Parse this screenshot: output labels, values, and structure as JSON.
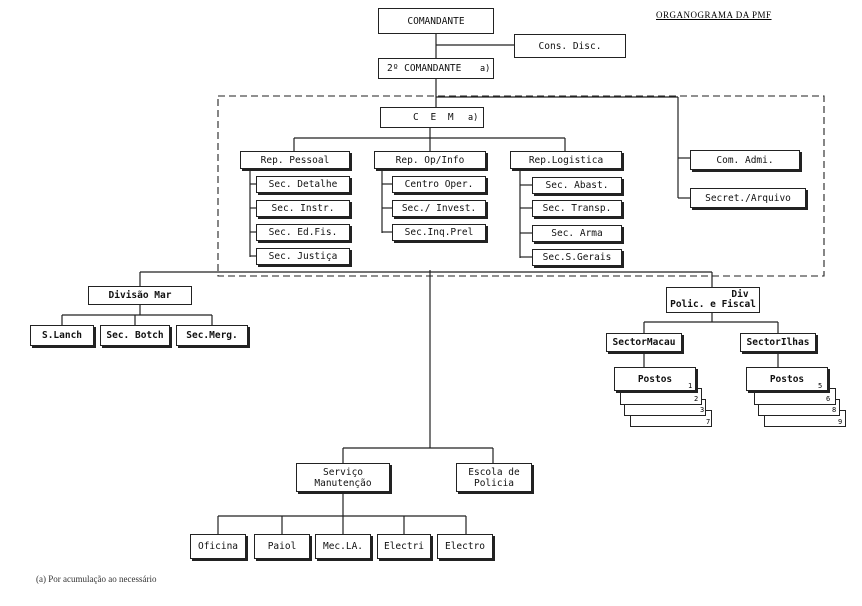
{
  "title": "ORGANOGRAMA DA PMF",
  "footnote": "(a) Por acumulação ao necessário",
  "nodes": {
    "comandante": "COMANDANTE",
    "cons_disc": "Cons. Disc.",
    "segundo_comandante": "2º COMANDANTE",
    "cem": "C E M",
    "rep_pessoal": "Rep. Pessoal",
    "rep_op": "Rep. Op/Info",
    "rep_logistica": "Rep.Logistica",
    "com_admi": "Com. Admi.",
    "secret_arquivo": "Secret./Arquivo",
    "sec_detalhe": "Sec. Detalhe",
    "sec_instr": "Sec. Instr.",
    "sec_ed_fis": "Sec. Ed.Fis.",
    "sec_justica": "Sec. Justiça",
    "centro_oper": "Centro Oper.",
    "sec_invest": "Sec./ Invest.",
    "sec_inq_prel": "Sec.Inq.Prel",
    "sec_abast": "Sec. Abast.",
    "sec_transp": "Sec. Transp.",
    "sec_arma": "Sec. Arma",
    "sec_s_gerais": "Sec.S.Gerais",
    "divisao_mar": "Divisão Mar",
    "s_lanch": "S.Lanch",
    "sec_botch": "Sec. Botch",
    "sec_merg": "Sec.Merg.",
    "div_polic_fiscal_1": "Div",
    "div_polic_fiscal_2": "Polic. e Fiscal",
    "sector_macau": "SectorMacau",
    "sector_ilhas": "SectorIlhas",
    "postos_macau": "Postos",
    "postos_ilhas": "Postos",
    "servico_manutencao_1": "Serviço",
    "servico_manutencao_2": "Manutenção",
    "escola_policia_1": "Escola de",
    "escola_policia_2": "Policia",
    "oficina": "Oficina",
    "paiol": "Paiol",
    "mec_la": "Mec.LA.",
    "electri": "Electri",
    "electro": "Electro"
  },
  "notes": {
    "a1": "a)",
    "a2": "a)"
  },
  "stack_numbers": {
    "macau": [
      "1",
      "2",
      "3",
      "7"
    ],
    "ilhas": [
      "5",
      "6",
      "8",
      "9"
    ]
  }
}
